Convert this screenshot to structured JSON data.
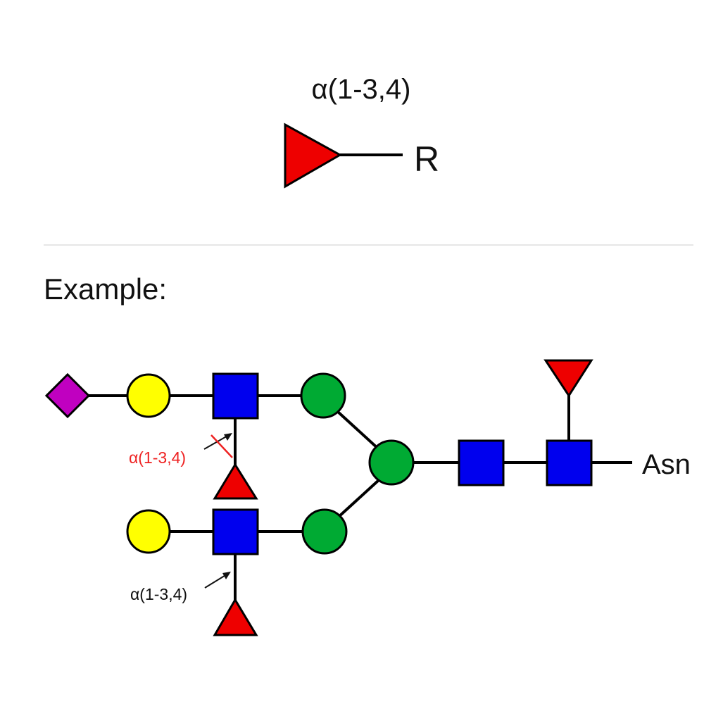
{
  "colors": {
    "fucose": "#ee0000",
    "sialic_acid": "#c000c0",
    "galactose": "#ffff00",
    "glcnac": "#0000ee",
    "mannose": "#00aa33",
    "forbidden_text": "#ee2222",
    "text": "#111111",
    "divider": "#e6e6e6"
  },
  "header": {
    "linkage": "α(1-3,4)",
    "aglycone": "R"
  },
  "example": {
    "title": "Example:",
    "forbidden_linkage": "α(1-3,4)",
    "allowed_linkage": "α(1-3,4)",
    "anchor": "Asn"
  },
  "icons": {
    "top_fucose": "triangle",
    "sialic_acid": "diamond",
    "galactose": "circle",
    "glcnac": "square",
    "mannose": "circle",
    "fucose": "triangle",
    "forbidden_mark": "slash-icon",
    "arrow": "arrow-icon"
  }
}
